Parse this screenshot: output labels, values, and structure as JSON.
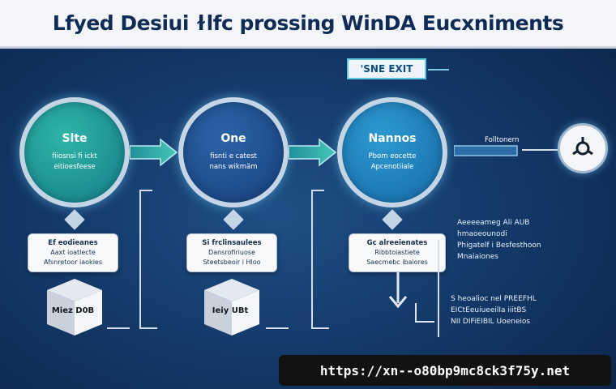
{
  "title": "Lfyed Desiui ɫlfc prossing WinDA Eucxniments",
  "stage_tag": "'SNE EXIT",
  "circles": [
    {
      "title": "Slte",
      "lines": [
        "fiiosnsi fi ickt",
        "eitioesfeese"
      ]
    },
    {
      "title": "One",
      "lines": [
        "fisnti e catest",
        "nans wikmäm"
      ]
    },
    {
      "title": "Nannos",
      "lines": [
        "Pbom eocette",
        "Apcenotiiale"
      ]
    }
  ],
  "info_boxes": [
    {
      "title": "Ef eodieanes",
      "lines": [
        "Aaxt ioatlecte",
        "Afsnretoor iaokies"
      ]
    },
    {
      "title": "Si frclinsaulees",
      "lines": [
        "Dansrofiriuose",
        "Steetsbeoir i Hloo"
      ]
    },
    {
      "title": "Gc alreeienates",
      "lines": [
        "Ribbtoiastiete",
        "Saecmebc ibaiores"
      ]
    }
  ],
  "cubes": [
    "Miez D0B",
    "Ieiy UBt"
  ],
  "side_label": "Folltonern",
  "text_block_1": [
    "Aeeeeameg Ali AUB",
    "hmaoeounodi",
    "Phigatelf i Besfesthoon",
    "Mnaiaiones"
  ],
  "text_block_2": [
    "S heoalioc nel PREEFHL",
    "EICtEeuiueeilIa iiitBS",
    "NII DIFiEIBIL Uoeneios"
  ],
  "url": "https://xn--o80bp9mc8ck3f75y.net"
}
